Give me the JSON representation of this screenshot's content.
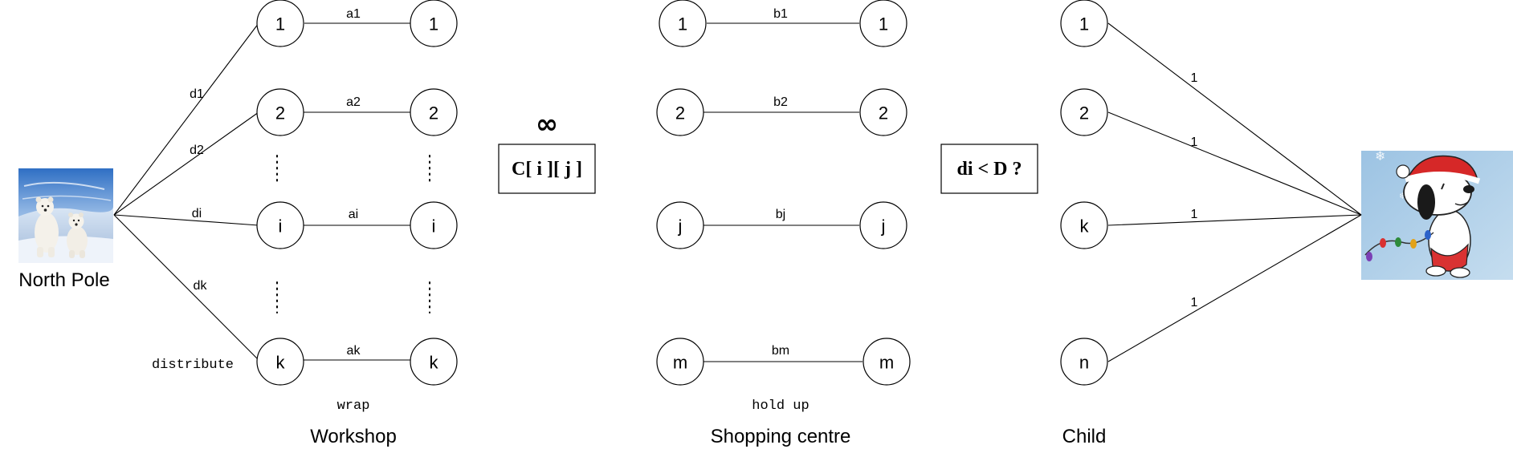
{
  "source": {
    "label": "North Pole",
    "picture": "polar-bears-photo"
  },
  "target": {
    "picture": "snoopy-santa-cartoon"
  },
  "workshop": {
    "label": "Workshop",
    "note": "wrap",
    "distribute_label": "distribute",
    "left_nodes": [
      "1",
      "2",
      "i",
      "k"
    ],
    "right_nodes": [
      "1",
      "2",
      "i",
      "k"
    ],
    "edge_labels": [
      "a1",
      "a2",
      "ai",
      "ak"
    ],
    "source_edge_labels": [
      "d1",
      "d2",
      "di",
      "dk"
    ]
  },
  "cost_box": {
    "symbol": "∞",
    "text": "C[ i ][ j ]"
  },
  "shopping": {
    "label": "Shopping centre",
    "note": "hold up",
    "left_nodes": [
      "1",
      "2",
      "j",
      "m"
    ],
    "right_nodes": [
      "1",
      "2",
      "j",
      "m"
    ],
    "edge_labels": [
      "b1",
      "b2",
      "bj",
      "bm"
    ]
  },
  "condition_box": {
    "text": "di < D ?"
  },
  "child": {
    "label": "Child",
    "nodes": [
      "1",
      "2",
      "k",
      "n"
    ],
    "sink_edge_labels": [
      "1",
      "1",
      "1",
      "1"
    ]
  }
}
